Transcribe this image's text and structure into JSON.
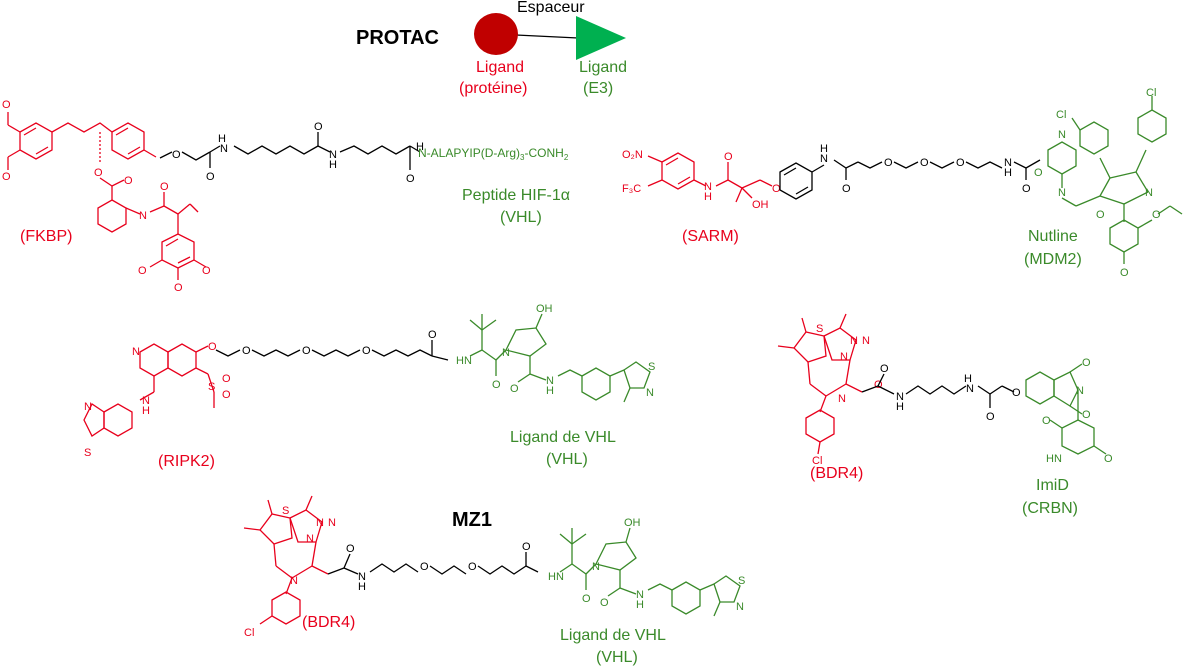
{
  "colors": {
    "protein": "#e8001c",
    "e3": "#3a8a2a",
    "spacer": "#000000",
    "e3_triangle": "#00b050",
    "protein_circle": "#c00000"
  },
  "header": {
    "title": "PROTAC",
    "spacer_label": "Espaceur",
    "protein_ligand": [
      "Ligand",
      "(protéine)"
    ],
    "e3_ligand": [
      "Ligand",
      "(E3)"
    ]
  },
  "panels": [
    {
      "id": "fkbp",
      "protein": "(FKBP)",
      "e3": [
        "Peptide HIF-1α",
        "(VHL)"
      ],
      "peptide": "ALAPYIP",
      "peptide_mid": "(D-Arg)",
      "peptide_sub": "3",
      "peptide_end": "-CONH",
      "peptide_sub2": "2"
    },
    {
      "id": "sarm",
      "protein": "(SARM)",
      "e3": [
        "Nutline",
        "(MDM2)"
      ]
    },
    {
      "id": "ripk2",
      "protein": "(RIPK2)",
      "e3": [
        "Ligand de VHL",
        "(VHL)"
      ]
    },
    {
      "id": "bdr4a",
      "protein": "(BDR4)",
      "e3": [
        "ImiD",
        "(CRBN)"
      ]
    },
    {
      "id": "mz1",
      "title": "MZ1",
      "protein": "(BDR4)",
      "e3": [
        "Ligand de VHL",
        "(VHL)"
      ]
    }
  ],
  "atoms": {
    "O": "O",
    "N": "N",
    "H": "H",
    "NH": "NH",
    "HN": "HN",
    "S": "S",
    "Cl": "Cl",
    "OH": "OH",
    "NO2": "O₂N",
    "CF3": "F₃C",
    "SO2": "S"
  }
}
